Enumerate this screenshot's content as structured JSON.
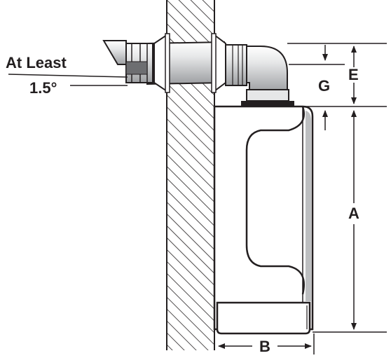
{
  "labels": {
    "angle_line1": "At Least",
    "angle_line2": "1.5°",
    "dim_a": "A",
    "dim_b": "B",
    "dim_e": "E",
    "dim_g": "G"
  },
  "colors": {
    "ink": "#231f20",
    "shade": "#bcbec0",
    "paper": "#ffffff"
  }
}
